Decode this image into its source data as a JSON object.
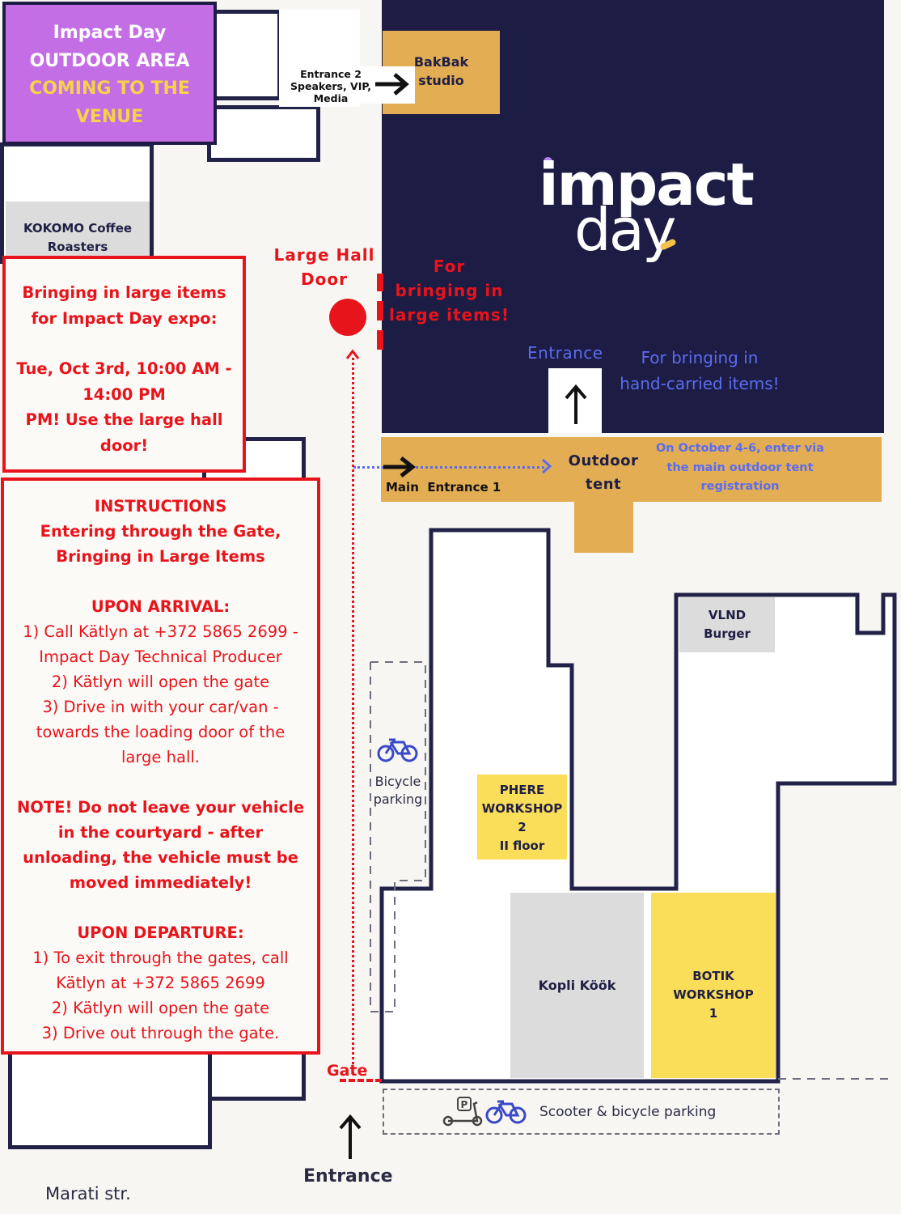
{
  "title_box": {
    "line1": "Impact Day",
    "line2": "OUTDOOR AREA",
    "line3": "COMING TO THE",
    "line4": "VENUE",
    "bg_color": "#c46ee6",
    "highlight_color": "#f5d24a"
  },
  "entrance2": {
    "line1": "Entrance 2",
    "line2": "Speakers, VIP,",
    "line3": "Media"
  },
  "bakbak": {
    "line1": "BakBak",
    "line2": "studio"
  },
  "kokomo": {
    "line1": "KOKOMO Coffee",
    "line2": "Roasters"
  },
  "logo": {
    "line1": "impact",
    "line2": "day"
  },
  "large_hall_door": {
    "line1": "Large Hall",
    "line2": "Door"
  },
  "for_large": {
    "line1": "For",
    "line2": "bringing in",
    "line3": "large items!"
  },
  "entrance_label": "Entrance",
  "hand_carried": {
    "line1": "For bringing in",
    "line2": "hand-carried items!"
  },
  "outdoor_tent": {
    "line1": "Outdoor",
    "line2": "tent"
  },
  "main_entrance": "Main  Entrance 1",
  "october_note": {
    "line1": "On October 4-6, enter via",
    "line2": "the main outdoor tent",
    "line3": "registration"
  },
  "large_items_box": {
    "line1": "Bringing in large items",
    "line2": "for Impact Day expo:",
    "line3": "Tue, Oct 3rd, 10:00 AM -",
    "line4": "14:00 PM",
    "line5": "PM! Use the large hall",
    "line6": "door!"
  },
  "instructions": {
    "heading1": "INSTRUCTIONS",
    "heading2": "Entering through the Gate,",
    "heading3": "Bringing in Large Items",
    "arrival_heading": "UPON ARRIVAL:",
    "arrival_1a": "1) Call Kätlyn at +372 5865 2699 -",
    "arrival_1b": "Impact Day Technical Producer",
    "arrival_2": "2) Kätlyn will open the gate",
    "arrival_3a": "3) Drive in with your car/van -",
    "arrival_3b": "towards the loading door of the",
    "arrival_3c": "large hall.",
    "note1": "NOTE! Do not leave your vehicle",
    "note2": "in the courtyard - after",
    "note3": "unloading, the vehicle must be",
    "note4": "moved immediately!",
    "departure_heading": "UPON DEPARTURE:",
    "dep_1a": "1) To exit through the gates, call",
    "dep_1b": "Kätlyn at +372 5865 2699",
    "dep_2": "2) Kätlyn will open the gate",
    "dep_3": "3) Drive out through the gate."
  },
  "vlnd": {
    "line1": "VLND",
    "line2": "Burger"
  },
  "bicycle_parking": {
    "line1": "Bicycle",
    "line2": "parking"
  },
  "phere": {
    "line1": "PHERE",
    "line2": "WORKSHOP",
    "line3": "2",
    "line4": "II floor"
  },
  "kopli": "Kopli Köök",
  "botik": {
    "line1": "BOTIK",
    "line2": "WORKSHOP",
    "line3": "1"
  },
  "gate": "Gate",
  "scooter_parking": "Scooter & bicycle parking",
  "parking_sign": "P",
  "bottom_entrance": "Entrance",
  "street": "Marati str.",
  "colors": {
    "navy": "#1c1c44",
    "red": "#e8141b",
    "blue": "#5b6cf0",
    "gold": "#e2ad53",
    "yellow": "#fadd59",
    "grey": "#dcdcdc"
  },
  "icons": [
    "arrow-right-icon",
    "arrow-up-icon",
    "bicycle-icon",
    "scooter-icon",
    "red-dot-icon"
  ]
}
